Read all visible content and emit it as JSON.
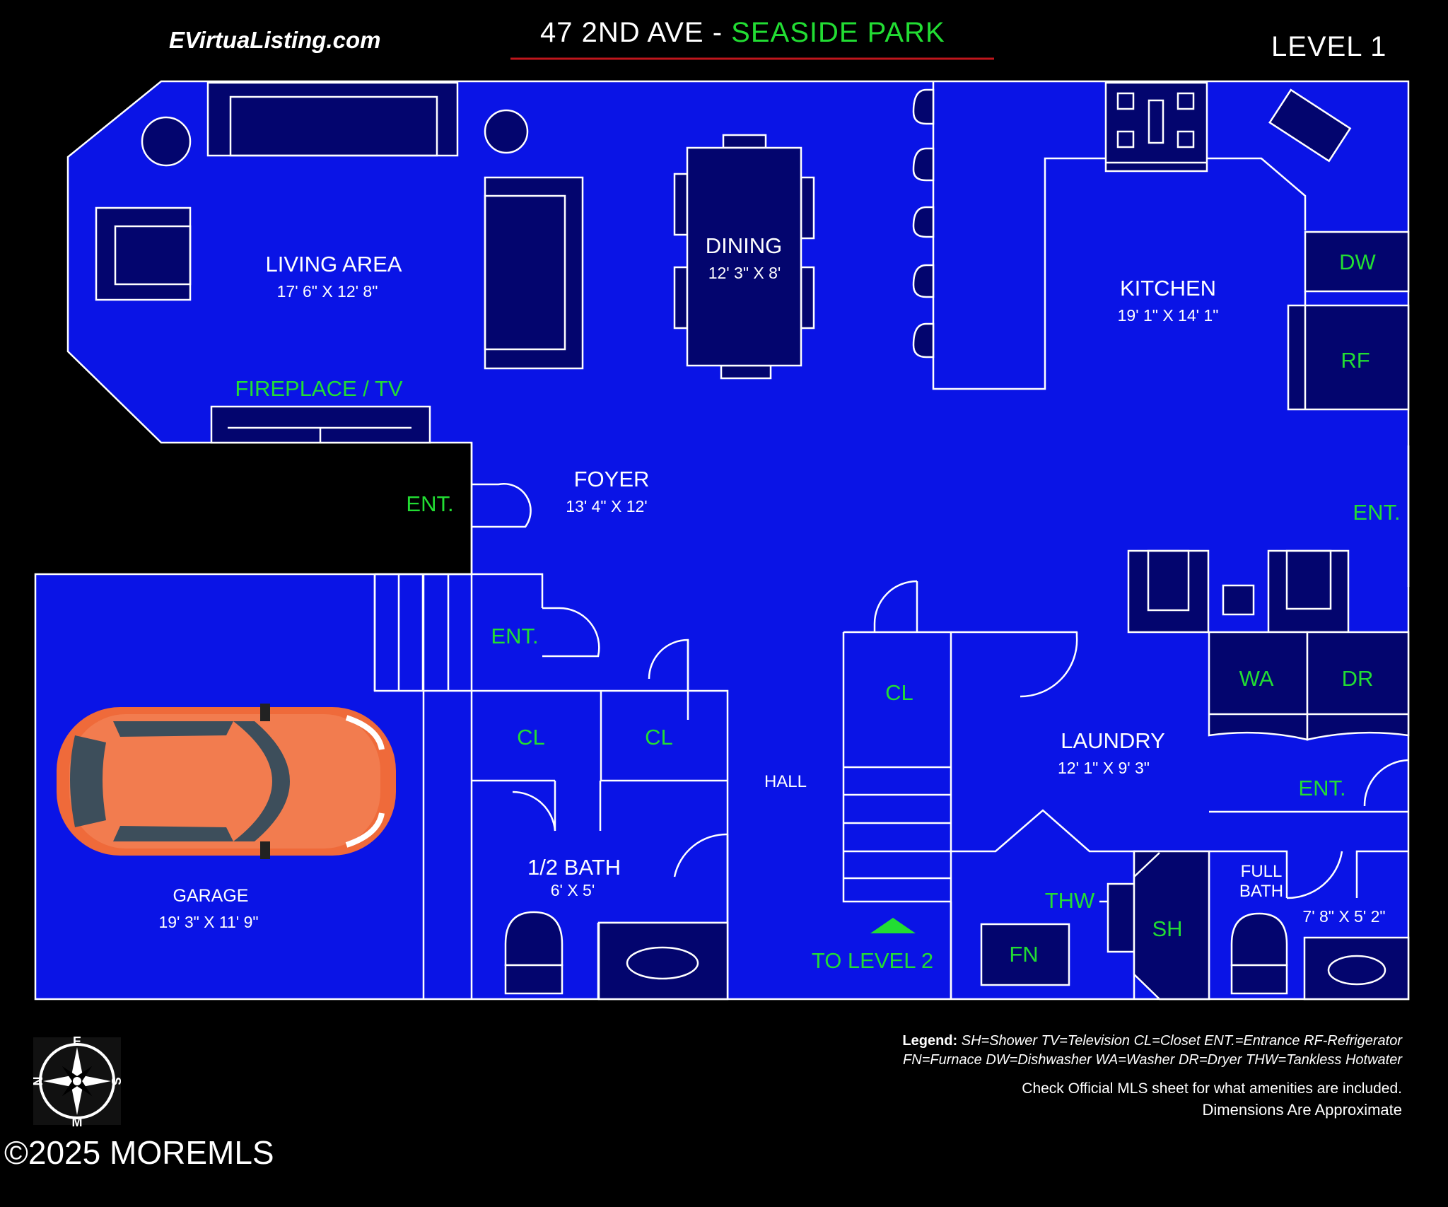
{
  "header": {
    "site": "EVirtuaListing.com",
    "address": "47 2ND AVE",
    "separator": " - ",
    "town": "SEASIDE PARK",
    "level": "LEVEL 1"
  },
  "rooms": {
    "living_name": "LIVING AREA",
    "living_dims": "17' 6\" X 12' 8\"",
    "dining_name": "DINING",
    "dining_dims": "12' 3\" X 8'",
    "kitchen_name": "KITCHEN",
    "kitchen_dims": "19' 1\" X 14' 1\"",
    "foyer_name": "FOYER",
    "foyer_dims": "13' 4\" X 12'",
    "garage_name": "GARAGE",
    "garage_dims": "19' 3\" X 11' 9\"",
    "half_bath_name": "1/2 BATH",
    "half_bath_dims": "6'  X 5'",
    "laundry_name": "LAUNDRY",
    "laundry_dims": "12' 1\" X 9' 3\"",
    "full_bath_line1": "FULL",
    "full_bath_line2": "BATH",
    "full_bath_dims": "7' 8\" X 5' 2\"",
    "hall": "HALL"
  },
  "labels": {
    "fireplace": "FIREPLACE / TV",
    "entrance": "ENT.",
    "closet": "CL",
    "dishwasher": "DW",
    "refrigerator": "RF",
    "washer": "WA",
    "dryer": "DR",
    "tankless": "THW",
    "shower": "SH",
    "furnace": "FN",
    "to_level2": "TO LEVEL 2"
  },
  "legend": {
    "title": "Legend:",
    "line1": " SH=Shower TV=Television CL=Closet  ENT.=Entrance RF-Refrigerator",
    "line2": "FN=Furnace DW=Dishwasher  WA=Washer  DR=Dryer THW=Tankless Hotwater",
    "note1": "Check Official MLS sheet for what amenities are included.",
    "note2": "Dimensions Are Approximate"
  },
  "compass": {
    "n": "N",
    "e": "E",
    "s": "S",
    "w": "M"
  },
  "copyright": "©2025 MOREMLS",
  "colors": {
    "floor": "#0a14e6",
    "fixture": "#03056e",
    "wall": "#ffffff",
    "accent_text": "#22dd33",
    "car": "#ef6a3a"
  }
}
